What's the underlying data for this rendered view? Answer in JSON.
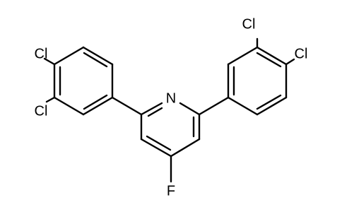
{
  "molecule": {
    "atoms": {
      "n": "N",
      "f": "F",
      "cl_left_top": "Cl",
      "cl_left_bottom": "Cl",
      "cl_right_top": "Cl",
      "cl_right_right": "Cl"
    }
  }
}
